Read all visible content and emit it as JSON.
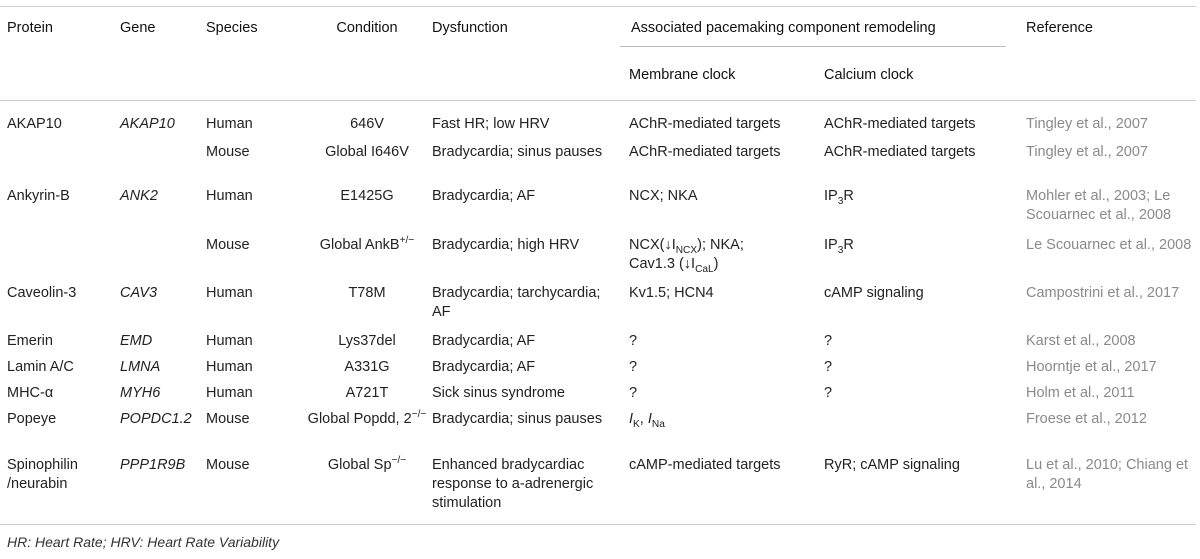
{
  "headers": {
    "protein": "Protein",
    "gene": "Gene",
    "species": "Species",
    "condition": "Condition",
    "dysfunction": "Dysfunction",
    "associated": "Associated pacemaking component remodeling",
    "reference": "Reference",
    "membrane": "Membrane clock",
    "calcium": "Calcium clock"
  },
  "rows": [
    {
      "protein": "AKAP10",
      "gene": "AKAP10",
      "species": "Human",
      "condition": "646V",
      "dysfunction": "Fast HR; low HRV",
      "membrane": "AChR-mediated targets",
      "calcium": "AChR-mediated targets",
      "reference": "Tingley et al., 2007"
    },
    {
      "protein": "",
      "gene": "",
      "species": "Mouse",
      "condition": "Global I646V",
      "dysfunction": "Bradycardia; sinus pauses",
      "membrane": "AChR-mediated targets",
      "calcium": "AChR-mediated targets",
      "reference": "Tingley et al., 2007"
    },
    {
      "protein": "Ankyrin-B",
      "gene": "ANK2",
      "species": "Human",
      "condition": "E1425G",
      "dysfunction": "Bradycardia; AF",
      "membrane": "NCX; NKA",
      "calcium": "IP3R",
      "reference": "Mohler et al., 2003; Le Scouarnec et al., 2008"
    },
    {
      "protein": "",
      "gene": "",
      "species": "Mouse",
      "condition": "Global AnkB+/−",
      "dysfunction": "Bradycardia; high HRV",
      "membrane": "NCX(↓INCX); NKA; Cav1.3 (↓ICaL)",
      "calcium": "IP3R",
      "reference": "Le Scouarnec et al., 2008"
    },
    {
      "protein": "Caveolin-3",
      "gene": "CAV3",
      "species": "Human",
      "condition": "T78M",
      "dysfunction": "Bradycardia; tarchycardia; AF",
      "membrane": "Kv1.5; HCN4",
      "calcium": "cAMP signaling",
      "reference": "Campostrini et al., 2017"
    },
    {
      "protein": "Emerin",
      "gene": "EMD",
      "species": "Human",
      "condition": "Lys37del",
      "dysfunction": "Bradycardia; AF",
      "membrane": "?",
      "calcium": "?",
      "reference": "Karst et al., 2008"
    },
    {
      "protein": "Lamin A/C",
      "gene": "LMNA",
      "species": "Human",
      "condition": "A331G",
      "dysfunction": "Bradycardia; AF",
      "membrane": "?",
      "calcium": "?",
      "reference": "Hoorntje et al., 2017"
    },
    {
      "protein": "MHC-α",
      "gene": "MYH6",
      "species": "Human",
      "condition": "A721T",
      "dysfunction": "Sick sinus syndrome",
      "membrane": "?",
      "calcium": "?",
      "reference": "Holm et al., 2011"
    },
    {
      "protein": "Popeye",
      "gene": "POPDC1.2",
      "species": "Mouse",
      "condition": "Global Popdd, 2−/−",
      "dysfunction": "Bradycardia; sinus pauses",
      "membrane": "IK, INa",
      "calcium": "",
      "reference": "Froese et al., 2012"
    },
    {
      "protein": "Spinophilin /neurabin",
      "gene": "PPP1R9B",
      "species": "Mouse",
      "condition": "Global Sp−/−",
      "dysfunction": "Enhanced bradycardiac response to a-adrenergic stimulation",
      "membrane": "cAMP-mediated targets",
      "calcium": "RyR; cAMP signaling",
      "reference": "Lu et al., 2010; Chiang et al., 2014"
    }
  ],
  "footnote": "HR: Heart Rate; HRV: Heart Rate Variability"
}
